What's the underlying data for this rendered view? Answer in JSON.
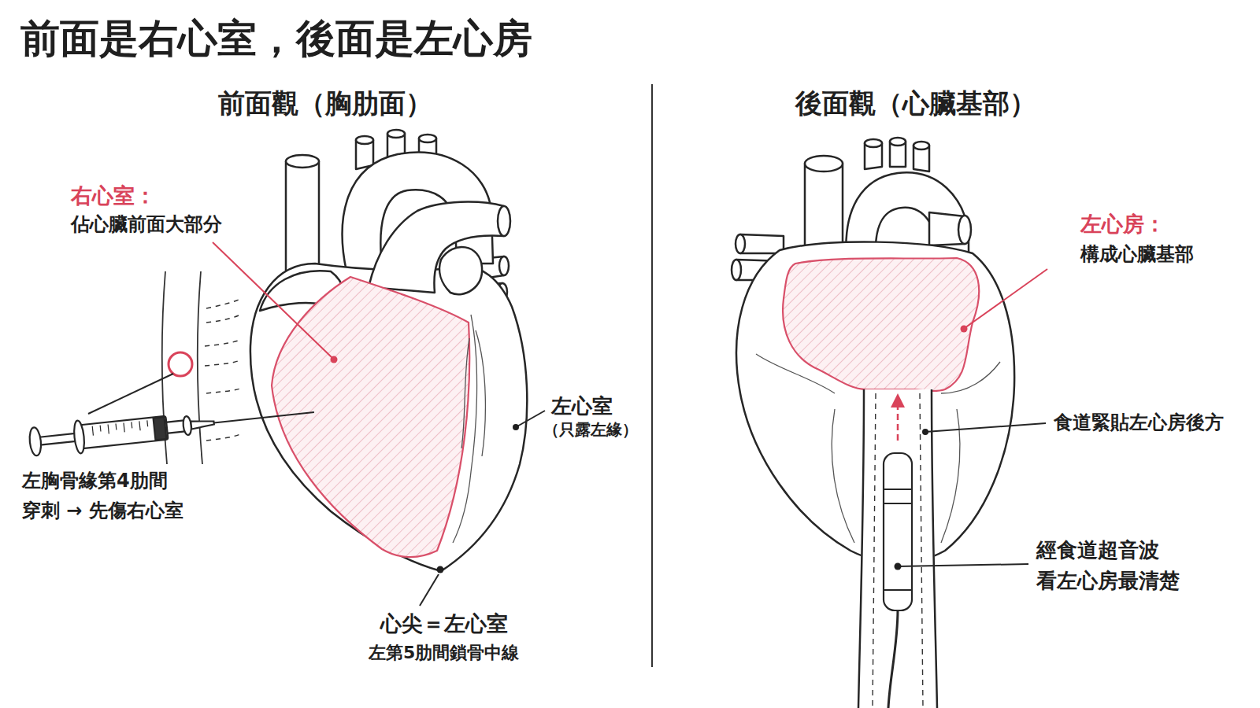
{
  "diagram": {
    "title": "前面是右心室，後面是左心房",
    "labels": [
      "前面觀（胸肋面）",
      "右心室：",
      "佔心臟前面大部分",
      "左胸骨緣第4肋間 穿刺 → 先傷右心室",
      "左心室",
      "（只露左緣）",
      "心尖＝左心室",
      "左第5肋間鎖骨中線",
      "後面觀（心臟基部）",
      "左心房：",
      "構成心臟基部",
      "食道緊貼左心房後方",
      "經食道超音波 看左心房最清楚"
    ]
  }
}
